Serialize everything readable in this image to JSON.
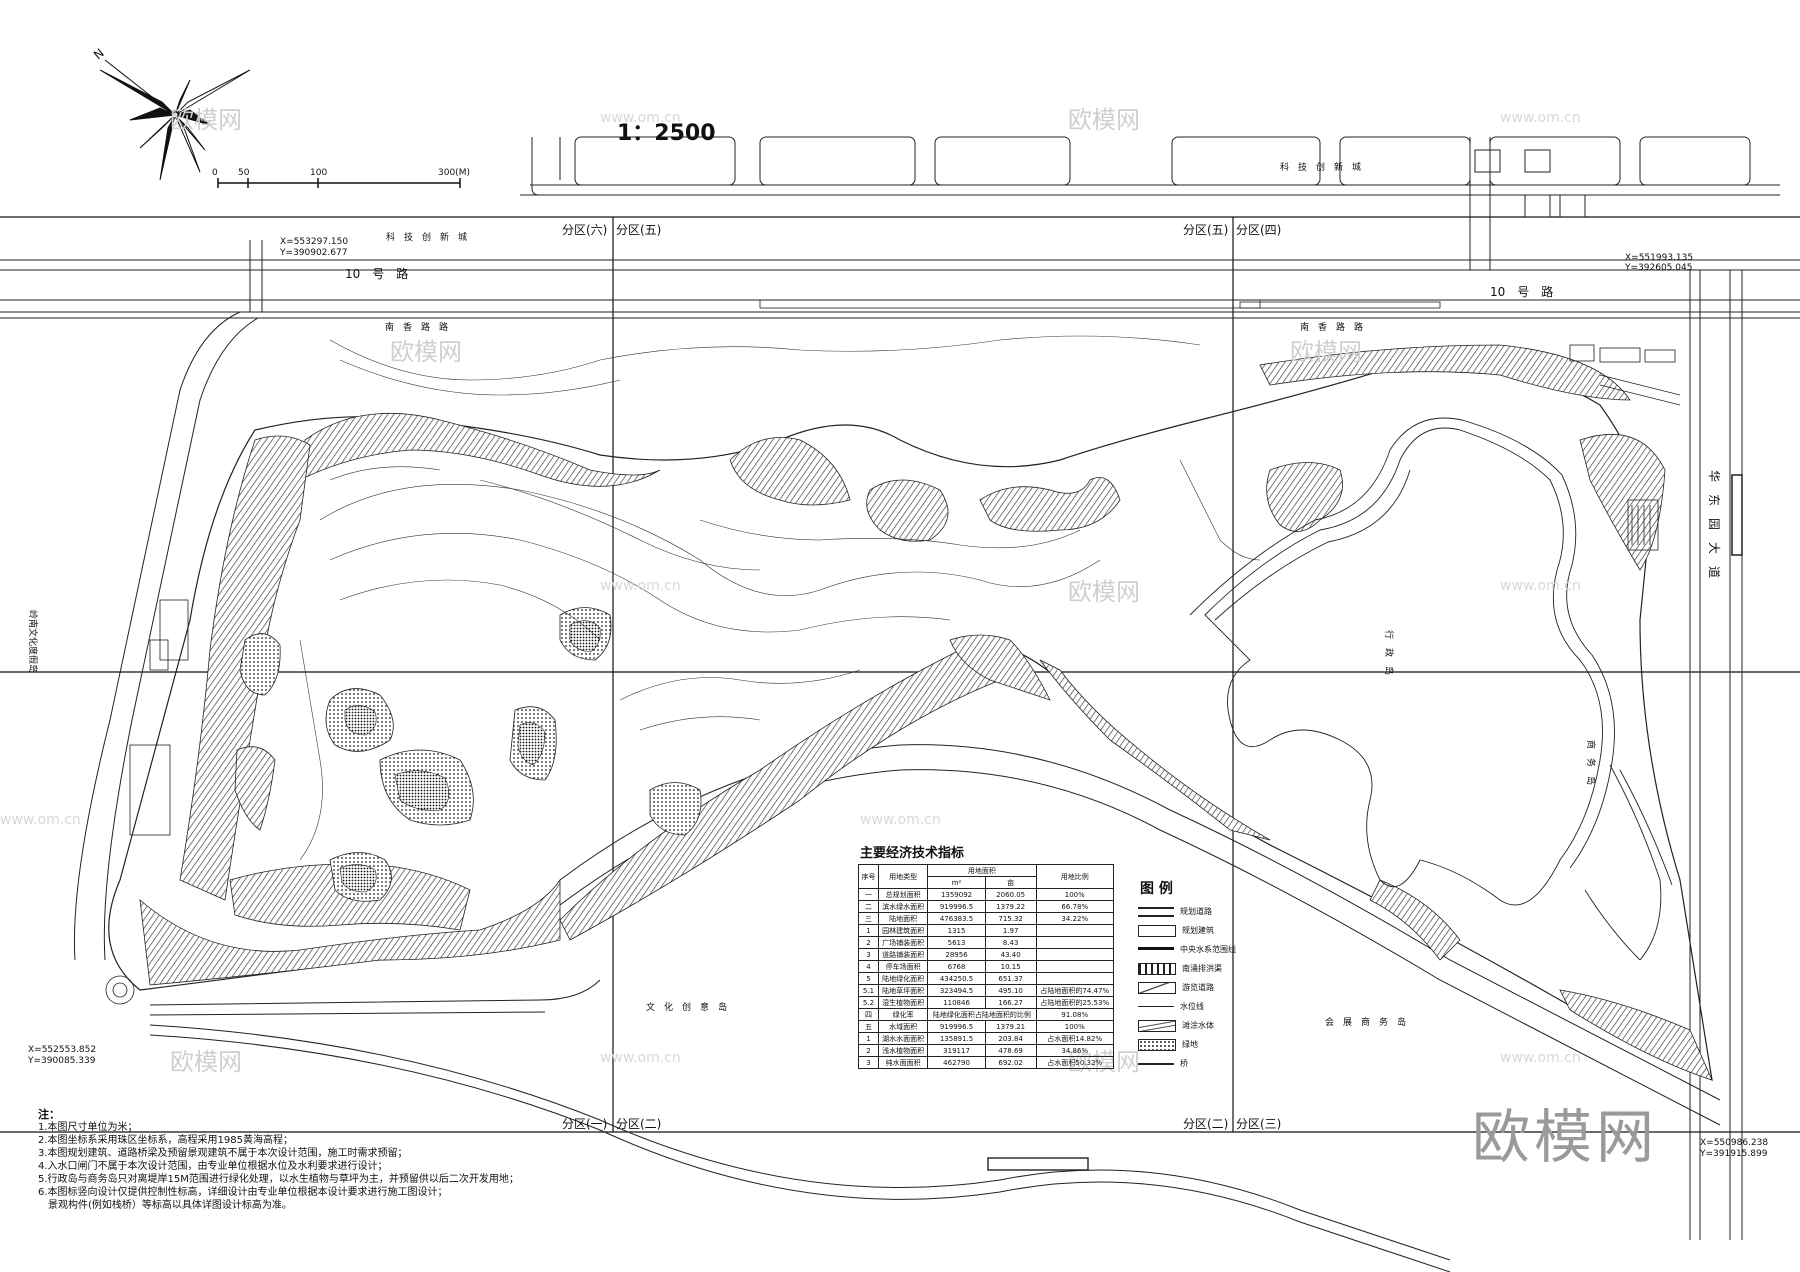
{
  "scale_label": "1：2500",
  "scale_bar": {
    "ticks": [
      "0",
      "50",
      "100",
      "300(M)"
    ]
  },
  "north_arrow": {
    "label": "N"
  },
  "roads": {
    "road10_left": "10　号　路",
    "road10_right": "10　号　路",
    "east_road": "华　东　园　大　道",
    "inner_road_top_left": "南　香　路　路",
    "inner_road_top_right": "南　香　路　路"
  },
  "areas": {
    "tech_city_top": "科　技　创　新　城",
    "tech_city_left": "科　技　创　新　城",
    "lingnan": "岭南文化度假岛",
    "culture_island": "文　化　创　意　岛",
    "admin_island": "行　政　岛",
    "business_island": "商　务　岛",
    "convention_island": "会　展　商　务　岛"
  },
  "zones": [
    {
      "label": "分区(六)"
    },
    {
      "label": "分区(五)"
    },
    {
      "label": "分区(五)"
    },
    {
      "label": "分区(四)"
    },
    {
      "label": "分区(一)"
    },
    {
      "label": "分区(二)"
    },
    {
      "label": "分区(二)"
    },
    {
      "label": "分区(三)"
    }
  ],
  "coords": [
    {
      "x": "X=553297.150",
      "y": "Y=390902.677"
    },
    {
      "x": "X=551993.135",
      "y": "Y=392605.045"
    },
    {
      "x": "X=552553.852",
      "y": "Y=390085.339"
    },
    {
      "x": "X=550986.238",
      "y": "Y=391915.899"
    }
  ],
  "watermarks": [
    {
      "text": "欧模网"
    },
    {
      "text": "www.om.cn"
    }
  ],
  "brand_watermark": "欧模网",
  "table": {
    "title": "主要经济技术指标",
    "headers": [
      "序号",
      "用地类型",
      "用地面积",
      "用地比例"
    ],
    "subheaders": [
      "m²",
      "亩"
    ],
    "rows": [
      [
        "一",
        "总规划面积",
        "1359092",
        "2060.05",
        "100%"
      ],
      [
        "二",
        "滨水绿水面积",
        "919996.5",
        "1379.22",
        "66.78%"
      ],
      [
        "三",
        "陆地面积",
        "476383.5",
        "715.32",
        "34.22%"
      ],
      [
        "1",
        "园林建筑面积",
        "1315",
        "1.97",
        ""
      ],
      [
        "2",
        "广场铺装面积",
        "5613",
        "8.43",
        ""
      ],
      [
        "3",
        "道路铺装面积",
        "28956",
        "43.40",
        ""
      ],
      [
        "4",
        "停车场面积",
        "6768",
        "10.15",
        ""
      ],
      [
        "5",
        "陆地绿化面积",
        "434250.5",
        "651.37",
        ""
      ],
      [
        "5.1",
        "陆地草坪面积",
        "323494.5",
        "495.10",
        "占陆地面积的74.47%"
      ],
      [
        "5.2",
        "湿生植物面积",
        "110846",
        "166.27",
        "占陆地面积的25.53%"
      ],
      [
        "四",
        "绿化率",
        "陆地绿化面积占陆地面积的比例",
        "",
        "91.08%"
      ],
      [
        "五",
        "水域面积",
        "919996.5",
        "1379.21",
        "100%"
      ],
      [
        "1",
        "湖水水面面积",
        "135891.5",
        "203.84",
        "占水面积14.82%"
      ],
      [
        "2",
        "浅水植物面积",
        "319117",
        "478.69",
        "34.86%"
      ],
      [
        "3",
        "纯水面面积",
        "462790",
        "692.02",
        "占水面积50.32%"
      ]
    ]
  },
  "legend": {
    "title": "图 例",
    "items": [
      {
        "label": "规划道路"
      },
      {
        "label": "规划建筑"
      },
      {
        "label": "中央水系范围线"
      },
      {
        "label": "南涌排洪渠"
      },
      {
        "label": "游览道路"
      },
      {
        "label": "水位线"
      },
      {
        "label": "滩涂水体"
      },
      {
        "label": "绿地"
      },
      {
        "label": "桥"
      }
    ]
  },
  "notes": {
    "title": "注：",
    "lines": [
      "1.本图尺寸单位为米；",
      "2.本图坐标系采用珠区坐标系，高程采用1985黄海高程；",
      "3.本图规划建筑、道路桥梁及预留景观建筑不属于本次设计范围，施工时需求预留；",
      "4.入水口闸门不属于本次设计范围，由专业单位根据水位及水利要求进行设计；",
      "5.行政岛与商务岛只对离堤岸15M范围进行绿化处理，以水生植物与草坪为主，并预留供以后二次开发用地；",
      "6.本图标竖向设计仅提供控制性标高，详细设计由专业单位根据本设计要求进行施工图设计；",
      "　景观构件(例如栈桥）等标高以具体详图设计标高为准。"
    ]
  }
}
